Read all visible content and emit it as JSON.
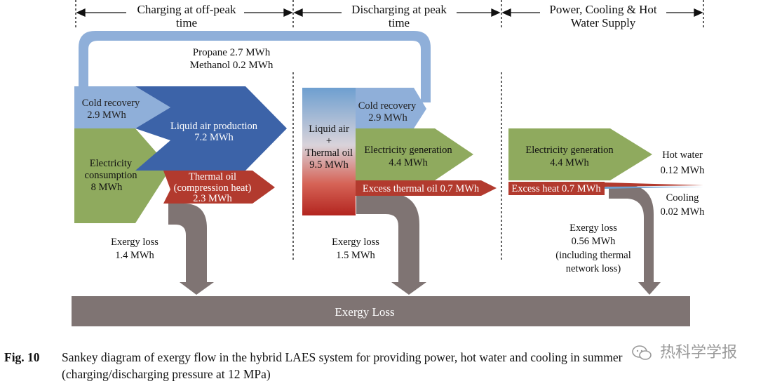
{
  "sections": {
    "charging": [
      "Charging at off-peak",
      "time"
    ],
    "discharging": [
      "Discharging at peak",
      "time"
    ],
    "supply": [
      "Power, Cooling & Hot",
      "Water Supply"
    ]
  },
  "top_loop": {
    "line1": "Propane 2.7 MWh",
    "line2": "Methanol 0.2 MWh"
  },
  "charging": {
    "cold_recovery": {
      "name": "Cold recovery",
      "value": "2.9 MWh"
    },
    "electricity": {
      "line1": "Electricity",
      "line2": "consumption",
      "value": "8 MWh"
    },
    "liquid_air": {
      "name": "Liquid air production",
      "value": "7.2 MWh"
    },
    "thermal_oil": {
      "name": "Thermal oil",
      "sub": "(compression heat)",
      "value": "2.3 MWh"
    },
    "loss": {
      "name": "Exergy loss",
      "value": "1.4 MWh"
    }
  },
  "discharging": {
    "storage": {
      "line1": "Liquid air",
      "plus": "+",
      "line2": "Thermal oil",
      "value": "9.5 MWh"
    },
    "cold_recovery": {
      "name": "Cold recovery",
      "value": "2.9 MWh"
    },
    "electricity": {
      "name": "Electricity generation",
      "value": "4.4 MWh"
    },
    "excess": "Excess thermal oil 0.7 MWh",
    "loss": {
      "name": "Exergy loss",
      "value": "1.5 MWh"
    }
  },
  "supply": {
    "electricity": {
      "name": "Electricity generation",
      "value": "4.4 MWh"
    },
    "excess": "Excess heat 0.7 MWh",
    "hot_water": {
      "name": "Hot water",
      "value": "0.12 MWh"
    },
    "cooling": {
      "name": "Cooling",
      "value": "0.02 MWh"
    },
    "loss": {
      "line1": "Exergy loss",
      "line2": "0.56 MWh",
      "line3": "(including thermal",
      "line4": "network loss)"
    }
  },
  "exergy_loss_bar": "Exergy Loss",
  "caption": {
    "label": "Fig. 10",
    "text": "Sankey diagram of exergy flow in the hybrid LAES system for providing power, hot water and cooling in summer",
    "text2": "(charging/discharging pressure at 12 MPa)"
  },
  "watermark": "热科学学报",
  "colors": {
    "cold": "#8FAFD9",
    "liquid_air": "#3C63A8",
    "electricity": "#8FAA5E",
    "thermal": "#B23A2E",
    "loss": "#7F7473",
    "loop": "#8FAFD9"
  }
}
